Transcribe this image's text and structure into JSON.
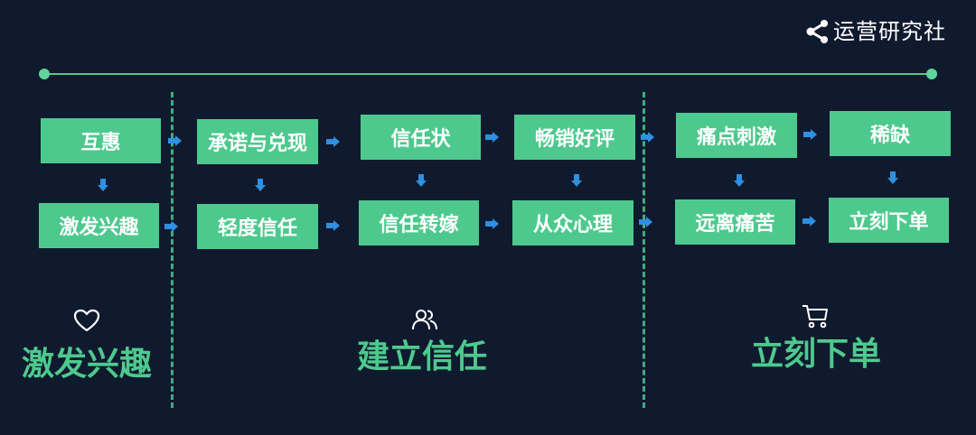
{
  "brand": {
    "name": "运营研究社",
    "icon": "share-nodes-icon"
  },
  "colors": {
    "background": "#101a2e",
    "box": "#4ec98e",
    "box_text": "#ffffff",
    "arrow": "#2f8fe0",
    "divider": "#3fae7c",
    "stage_label": "#4ec98e",
    "icon": "#ffffff"
  },
  "stages": [
    {
      "label": "激发兴趣",
      "icon": "heart-icon",
      "boxes": [
        "互惠",
        "激发兴趣"
      ]
    },
    {
      "label": "建立信任",
      "icon": "users-icon",
      "boxes": [
        "承诺与兑现",
        "轻度信任",
        "信任状",
        "信任转嫁",
        "畅销好评",
        "从众心理"
      ]
    },
    {
      "label": "立刻下单",
      "icon": "shopping-cart-icon",
      "boxes": [
        "痛点刺激",
        "远离痛苦",
        "稀缺",
        "立刻下单"
      ]
    }
  ]
}
